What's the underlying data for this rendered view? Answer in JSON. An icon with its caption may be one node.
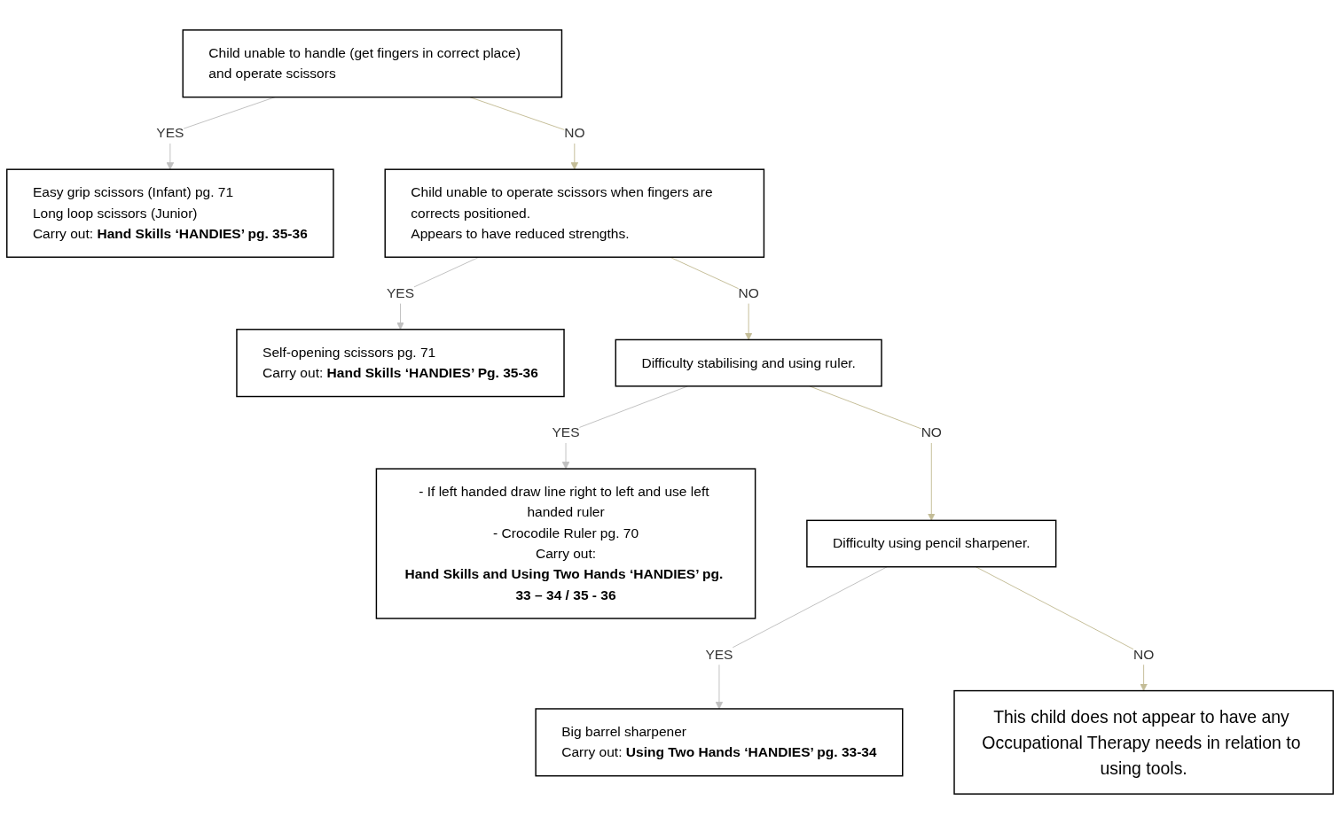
{
  "diagram": {
    "nodes": [
      {
        "text": [
          "Child unable to handle (get fingers in correct place) and operate scissors"
        ]
      },
      {
        "text": [
          "Easy grip scissors (Infant)   pg. 71",
          "Long loop scissors (Junior)",
          "Carry out: **Hand Skills ‘HANDIES’ pg. 35-36**"
        ]
      },
      {
        "text": [
          "Child unable to operate scissors when fingers are corrects positioned.",
          "Appears to have reduced strengths."
        ]
      },
      {
        "text": [
          "Self-opening scissors pg. 71",
          "Carry out: **Hand Skills ‘HANDIES’ Pg. 35-36**"
        ]
      },
      {
        "text": [
          "Difficulty stabilising and using ruler."
        ]
      },
      {
        "text": [
          "- If left handed draw line right to left and use left handed ruler",
          "- Crocodile Ruler pg. 70",
          "Carry out:",
          "**Hand Skills and Using Two Hands ‘HANDIES’ pg. 33 – 34 / 35 - 36**"
        ]
      },
      {
        "text": [
          "Difficulty using pencil sharpener."
        ]
      },
      {
        "text": [
          "Big barrel sharpener",
          "Carry out: **Using Two Hands ‘HANDIES’ pg. 33-34**"
        ]
      },
      {
        "text": [
          "This child does not appear to have any Occupational Therapy needs in relation to using tools."
        ]
      }
    ],
    "edges": [
      {
        "from": 0,
        "to": 1,
        "arrow": "to",
        "label": "YES",
        "color": "#c0c0c0"
      },
      {
        "from": 0,
        "to": 2,
        "arrow": "to",
        "label": "NO",
        "color": "#c4bd97"
      },
      {
        "from": 2,
        "to": 3,
        "arrow": "to",
        "label": "YES",
        "color": "#c0c0c0"
      },
      {
        "from": 2,
        "to": 4,
        "arrow": "to",
        "label": "NO",
        "color": "#c4bd97"
      },
      {
        "from": 4,
        "to": 5,
        "arrow": "to",
        "label": "YES",
        "color": "#c0c0c0"
      },
      {
        "from": 4,
        "to": 6,
        "arrow": "to",
        "label": "NO",
        "color": "#c4bd97"
      },
      {
        "from": 6,
        "to": 7,
        "arrow": "to",
        "label": "YES",
        "color": "#c0c0c0"
      },
      {
        "from": 6,
        "to": 8,
        "arrow": "to",
        "label": "NO",
        "color": "#c4bd97"
      }
    ]
  }
}
